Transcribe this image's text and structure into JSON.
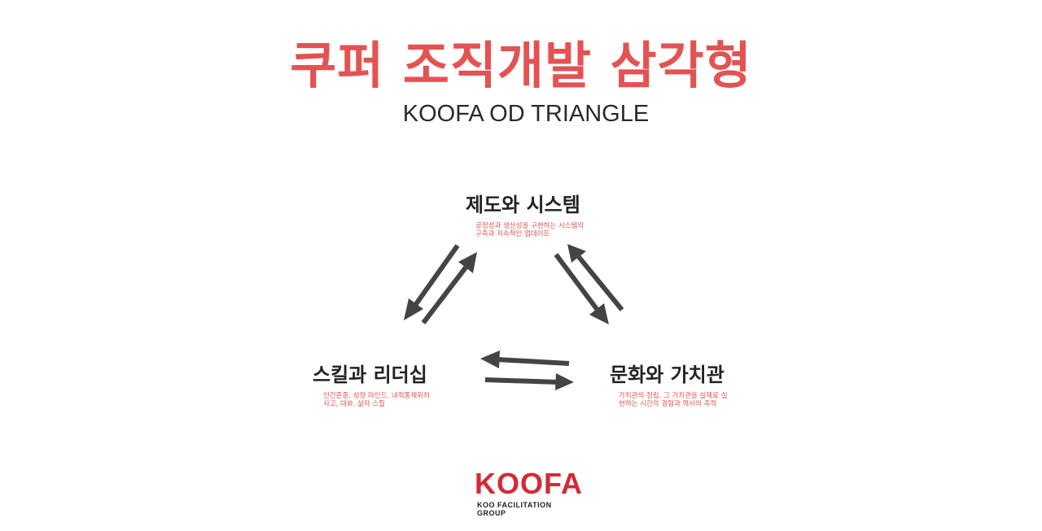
{
  "title": "쿠퍼 조직개발 삼각형",
  "subtitle": "KOOFA OD TRIANGLE",
  "nodes": {
    "top": {
      "label": "제도와 시스템",
      "desc_line1": "공정성과 생산성을 구현하는 시스템의",
      "desc_line2": "구축과 지속적인 업데이트"
    },
    "left": {
      "label": "스킬과 리더십",
      "desc_line1": "인간존중, 성장 마인드, 내적통제위치",
      "desc_line2": "사고, 대화, 삶자 스킬"
    },
    "right": {
      "label": "문화와 가치관",
      "desc_line1": "가치관의 정립, 그 가치관을 실제로 실",
      "desc_line2": "현하는 시간의 경험과 역사의 축적"
    }
  },
  "logo": {
    "name": "KOOFA",
    "tagline": "KOO FACILITATION GROUP"
  },
  "colors": {
    "accent": "#e45252",
    "logo_red": "#d42a35",
    "arrow": "#444444",
    "text": "#222222"
  }
}
